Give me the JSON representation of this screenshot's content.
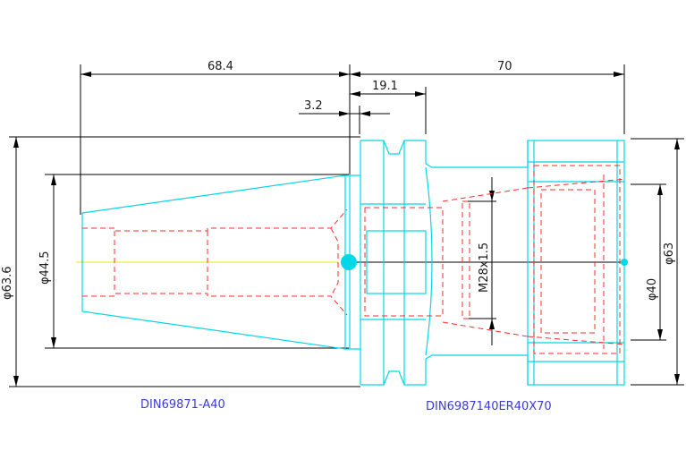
{
  "dimensions": {
    "overall_left": "68.4",
    "overall_right": "70",
    "flange_offset": "19.1",
    "gap": "3.2",
    "dia_left_outer": "φ63.6",
    "dia_taper": "φ44.5",
    "thread": "M28x1.5",
    "dia_nut": "φ63",
    "dia_bore": "φ40"
  },
  "labels": {
    "left_part": "DIN69871-A40",
    "right_part": "DIN6987140ER40X70"
  },
  "colors": {
    "outline": "#00d8e8",
    "hidden": "#ff2a2a",
    "centerline": "#e8e800",
    "dimension": "#000000",
    "label": "#3b3bd6"
  }
}
